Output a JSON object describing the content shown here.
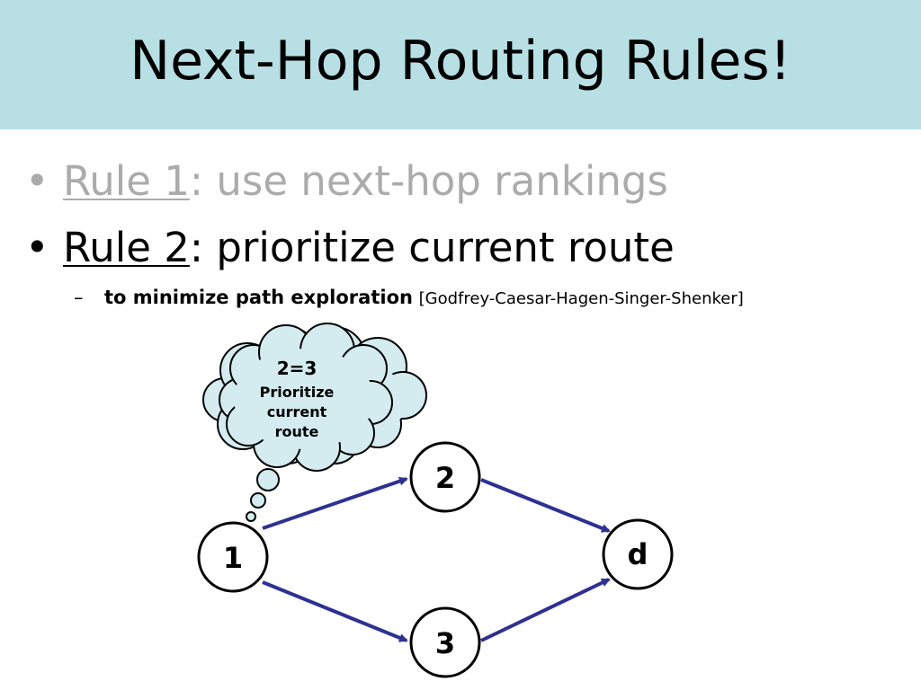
{
  "slide": {
    "title": "Next-Hop Routing Rules!",
    "bullets": [
      {
        "marker": "•",
        "rule": "Rule 1",
        "text": ": use next-hop rankings",
        "state": "dimmed"
      },
      {
        "marker": "•",
        "rule": "Rule 2",
        "text": ": prioritize current route",
        "state": "active"
      }
    ],
    "sub_bullet": {
      "marker": "–",
      "text": "to minimize path exploration",
      "citation": "[Godfrey-Caesar-Hagen-Singer-Shenker]"
    }
  },
  "diagram": {
    "nodes": [
      "1",
      "2",
      "3",
      "d"
    ],
    "edges": [
      [
        "1",
        "2"
      ],
      [
        "1",
        "3"
      ],
      [
        "2",
        "d"
      ],
      [
        "3",
        "d"
      ]
    ],
    "thought_bubble": {
      "heading": "2=3",
      "lines": [
        "Prioritize",
        "current",
        "route"
      ]
    }
  },
  "colors": {
    "title_background": "#b7dfe4",
    "dimmed_text": "#ababab",
    "arrow": "#2e3192",
    "cloud_fill": "#d4ebef"
  }
}
